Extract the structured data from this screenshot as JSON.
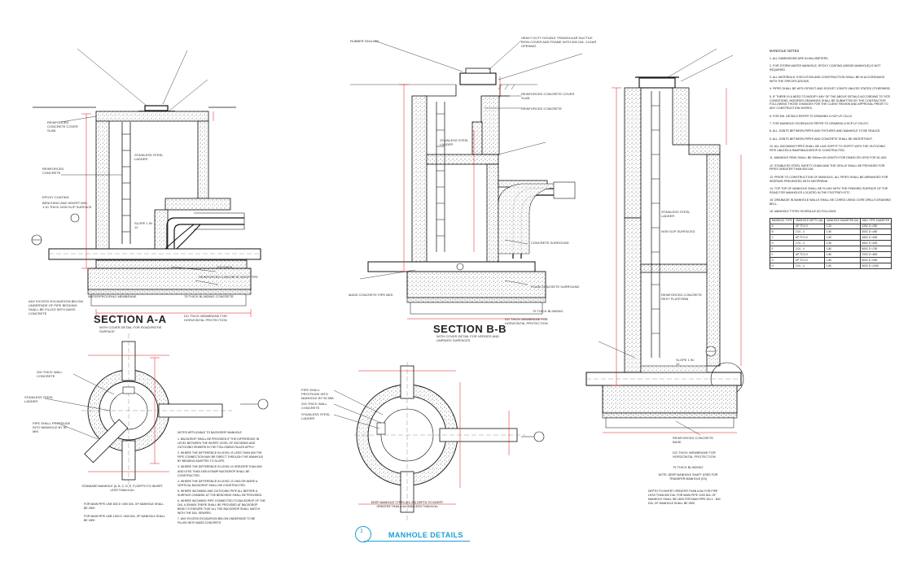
{
  "sheet": {
    "title": "MANHOLE DETAILS",
    "title_number": "1",
    "accent_color": "#1a9fd8",
    "dimension_color": "#e0141e"
  },
  "section_aa": {
    "title": "SECTION A-A",
    "subtitle": "WITH COVER DETAIL FOR ROAD/PATHS SURFACE",
    "labels": {
      "reinforced_concrete_cover_slab": "REINFORCED CONCRETE COVER SLAB",
      "stainless_steel_ladder": "STAINLESS STEEL LADDER",
      "reinforced_concrete": "REINFORCED CONCRETE",
      "epoxy_coating": "EPOXY COATING",
      "benching": "BENCHING AND INVERT MIN. 1:10 THICK NON SLIP SURFACE",
      "slope": "SLOPE 1 IN 12",
      "thick_200": "200 THICK",
      "reinforced_concrete_drop_pipe": "REINFORCED CONCRETE DROP PIPE",
      "thick_75_blinding": "75 THICK BLINDING CONCRETE",
      "membrane": "DG THICK MEMBRANE FOR HORIZONTAL PROTECTION",
      "waterproofing_membrane": "WATERPROOFING MEMBRANE",
      "any_excess": "ANY EXCESS EXCAVATION BELOW UNDERSIDE OF PIPE BEDDING SHALL BE FILLED WITH MASS CONCRETE"
    }
  },
  "section_bb": {
    "title": "SECTION B-B",
    "subtitle": "WITH COVER DETAIL FOR VERGES AND UNPAVED SURFACES",
    "labels": {
      "rubber_sealing": "RUBBER SEALING",
      "heavy_duty_cover": "HEAVY DUTY DOUBLE TRIANGULAR DUCTILE IRON COVER AND FRAME WITH 600 DIA. CLEAR OPENING",
      "reinforced_concrete_cover_slab": "REINFORCED CONCRETE COVER SLAB",
      "reinforced_concrete": "REINFORCED CONCRETE",
      "stainless_steel_ladder": "STAINLESS STEEL LADDER",
      "concrete_surround": "CONCRETE SURROUND",
      "plain_concrete_surround": "PLAIN CONCRETE SURROUND",
      "thick_75_blinding": "75 THICK BLINDING",
      "membrane": "DG THICK MEMBRANE FOR HORIZONTAL PROTECTION",
      "mass_concrete_pipe_bed": "MASS CONCRETE PIPE BED"
    }
  },
  "section_deep": {
    "caption": "NOTE: DEEP MANHOLE SHAFT USED FOR TRANSFER MANHOLE (E3)",
    "notes": "DEPTH TO INVERT GREATER THAN 6.0m FOR PIPE LESS THAN 600 DIA. FOR MAIN PIPE 1200 DIA. OF MANHOLE SHALL BE 1800 FOR MAIN PIPE DN 1 - 600 DIA. OF MANHOLE SHALL BE 2500",
    "labels": {
      "non_slip_surfaced": "NON SLIP SURFACED",
      "stainless_steel_ladder": "STAINLESS STEEL LADDER",
      "reinforced_concrete_rest_platform": "REINFORCED CONCRETE REST PLATFORM",
      "reinforced_concrete_base": "REINFORCED CONCRETE BASE",
      "thick_75_blinding": "75 THICK BLINDING",
      "membrane": "DG THICK MEMBRANE FOR HORIZONTAL PROTECTION",
      "slope": "SLOPE 1 IN 12"
    }
  },
  "plans": {
    "plan_left": {
      "caption": "STANDARD MANHOLE (A, B, C, D, E, F) DEPTH TO INVERT LESS THAN 6.0m",
      "note1": "FOR MAIN PIPE LINE 600 D <300 DIA. OF MANHOLE SHALL BE 1500",
      "note2": "FOR MAIN PIPE LINE 1000 D <600 DIA. OF MANHOLE SHALL BE 1800",
      "labels": {
        "thick_200_wall": "200 THICK WALL CONCRETE",
        "stainless_steel_ladder": "STAINLESS STEEL LADDER",
        "pipe_wall_protrude": "PIPE SHALL PROTRUDE INTO MANHOLE BY 50 MM."
      }
    },
    "plan_right": {
      "caption": "DEEP MANHOLE TYPES (E3, E5) DEPTH TO INVERT GREATER THAN 6.0m AND LESS THAN 8.0m",
      "labels": {
        "pipe_wall_protrude": "PIPE SHALL PROTRUDE INTO MANHOLE BY 50 MM.",
        "thick_200_wall": "200 THICK WALL CONCRETE",
        "stainless_steel_ladder": "STAINLESS STEEL LADDER"
      }
    }
  },
  "drop_manhole_notes": {
    "heading": "NOTES APPLICABLE TO BACKDROP MANHOLE",
    "items": [
      "1. BACKDROP SHALL BE PROVIDED IF THE DIFFERENCE IN LEVEL BETWEEN THE INVERT LEVEL OF INCOMING AND OUTGOING SEWERS IN THE FOLLOWING RULES APPLY:",
      "2. WHERE THE DIFFERENCE IN LEVEL IS LESS THAN 600 THE PIPE CONNECTION MAY BE DIRECT THROUGH THE MANHOLE BY BENDING ADAPTED TO SLOPE.",
      "3. WHERE THE DIFFERENCE IN LEVEL IS GREATER THAN 600 AND LESS THAN 1500 A RAMP BACKDROP SHALL BE CONSTRUCTED.",
      "4. WHERE THE DIFFERENCE IN LEVEL IS 1500 OR MORE A VERTICAL BACKDROP SHALL BE CONSTRUCTED.",
      "5. WHERE INCOMING AND OUTGOING PIPE ALL BEFORE A SURFACE CHANNEL AT THE BENCHING SHALL BE PROVIDED.",
      "6. WHERE INCOMING PIPE CONNECTED TO BACKDROP OF THE DIA. A 300/600 THERE SHALL BE PROVIDED AT BACKDROP BEND TO ENSURE THAT ALL THE BACKDROP SHALL MATCH WITH THE DIA. SEWERS.",
      "7. ANY EXCESS EXCAVATION BELOW UNDERSIDE TO BE FILLED WITH MASS CONCRETE."
    ]
  },
  "manhole_notes": {
    "heading": "MANHOLE NOTES",
    "items": [
      "1. ALL DIMENSIONS ARE IN MILLIMETERS.",
      "2. FOR STORM WATER MANHOLE, EPOXY COATING (INSIDE MANHOLE) IS NOT REQUIRED.",
      "3. ALL MATERIALS, EXECUTION AND CONSTRUCTION SHALL BE IN ACCORDANCE WITH THE SPECIFICATIONS.",
      "4. PIPES SHALL BE WITH SPIGOT AND SOCKET JOINTS UNLESS STATED OTHERWISE.",
      "5. IF THERE IS A NEED TO MODIFY ANY OF THE ABOVE DETAILS ACCORDING TO SITE CONDITIONS, MODIFIED DRAWINGS SHALL BE SUBMITTED BY THE CONTRACTOR FOLLOWING THOSE CHANGES FOR THE CLIENT REVIEW AND APPROVAL PRIOR TO ANY CONSTRUCTION WORKS.",
      "6. FOR MH. DETAILS REFER TO DRAWING # HCP-LP-CN-10.",
      "7. FOR MANHOLE SCHEDULES REFER TO DRAWING # HCP-LP-CN-017.",
      "8. ALL JOINTS BETWEEN PIPES AND FIXTURES AND MANHOLE TO BE SEALED.",
      "9. ALL JOINTS BETWEEN PIPES AND CONCRETE SHALL BE WATERTIGHT.",
      "10. ALL INCOMING PIPES SHALL BE LAID SOFFIT TO SOFFIT WITH THE OUTGOING PIPE UNLESS A RAMP/BACKDROP IS CONSTRUCTED.",
      "11. MANHOLE RING SHALL BE 900mm IN LENGTH FOR DN400 OR LESS FOR DL-600.",
      "12. STAINLESS STEEL SAFETY CHAIN AND THE GRILLE SHALL BE PROVIDED FOR PIPES GREATER THAN 600 DIA.",
      "13. PRIOR TO CONSTRUCTION OF MANHOLE, ALL PIPES SHALL BE ARRANGED FOR SEEPAGE PREVENTED WITH NEOPRENE.",
      "14. TOP TOP OF MANHOLE SHALL BE FLUSH WITH THE FINISHED SURFACE OF THE ROAD FOR MANHOLES LOCATED IN THE FOOTPATH ETC.",
      "15. DRAINAGE IN MANHOLE WALLS SHALL BE CORED USING CORE DRILLS DRAINING BELL.",
      "16. MANHOLE TYPES SCHEDULE AS FOLLOWS:"
    ],
    "table": {
      "headers": [
        "MANHOLE TYPE",
        "MANHOLE DEPTH (M)",
        "MANHOLE DIAMETER (M)",
        "MAX. PIPE DIAMETER"
      ],
      "rows": [
        [
          "A",
          "UP TO 2.0",
          "1.20",
          "225C D <300"
        ],
        [
          "B",
          "2.01 - 4",
          "1.50",
          "300C D <450"
        ],
        [
          "C",
          "UP TO 2.0",
          "1.50",
          "450C D <600"
        ],
        [
          "D",
          "2.01 - 4",
          "1.50",
          "450C D <600"
        ],
        [
          "E",
          "2.01 - 4",
          "1.80",
          "600C D <700"
        ],
        [
          "F",
          "UP TO 2.0",
          "1.80",
          "700C D <800"
        ],
        [
          "G",
          "UP TO 2.0",
          "1.80",
          "800C D <900"
        ],
        [
          "H",
          "2.01 - 4",
          "1.80",
          "900C D <1000"
        ]
      ]
    }
  }
}
